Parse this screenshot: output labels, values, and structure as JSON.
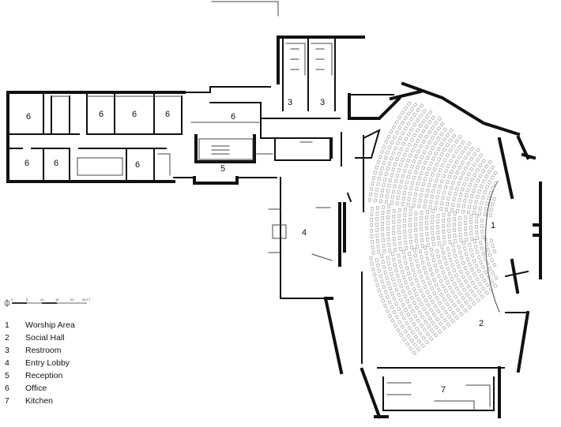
{
  "plan": {
    "room_labels": [
      {
        "id": "office-1",
        "num": "6"
      },
      {
        "id": "office-2",
        "num": "6"
      },
      {
        "id": "office-3",
        "num": "6"
      },
      {
        "id": "office-4",
        "num": "6"
      },
      {
        "id": "office-5",
        "num": "6"
      },
      {
        "id": "office-6",
        "num": "6"
      },
      {
        "id": "office-7",
        "num": "6"
      },
      {
        "id": "office-8",
        "num": "6"
      },
      {
        "id": "restroom-1",
        "num": "3"
      },
      {
        "id": "restroom-2",
        "num": "3"
      },
      {
        "id": "reception",
        "num": "5"
      },
      {
        "id": "entry-lobby",
        "num": "4"
      },
      {
        "id": "worship-area",
        "num": "1"
      },
      {
        "id": "social-hall",
        "num": "2"
      },
      {
        "id": "kitchen",
        "num": "7"
      }
    ]
  },
  "legend": [
    {
      "num": "1",
      "label": "Worship Area"
    },
    {
      "num": "2",
      "label": "Social Hall"
    },
    {
      "num": "3",
      "label": "Restroom"
    },
    {
      "num": "4",
      "label": "Entry Lobby"
    },
    {
      "num": "5",
      "label": "Reception"
    },
    {
      "num": "6",
      "label": "Office"
    },
    {
      "num": "7",
      "label": "Kitchen"
    }
  ],
  "scale": {
    "ticks": [
      "0",
      "5",
      "10",
      "15",
      "20",
      "25 FT"
    ]
  },
  "north_icon": "north-arrow-icon"
}
